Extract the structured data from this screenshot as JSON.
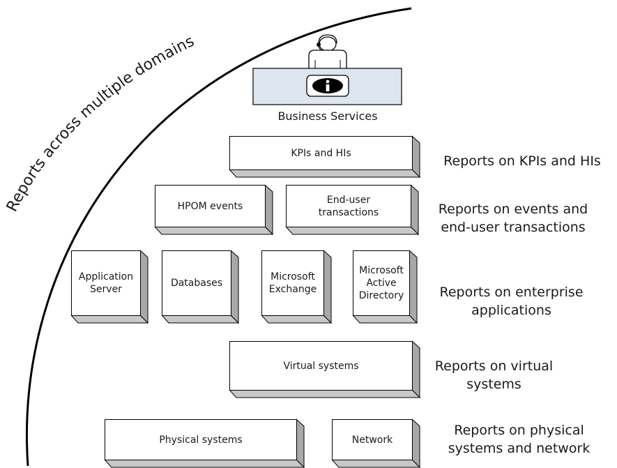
{
  "arc_label": "Reports across multiple domains",
  "business_services": {
    "label": "Business Services",
    "icon": "info-icon"
  },
  "boxes": {
    "kpis": "KPIs and HIs",
    "hpom": "HPOM events",
    "enduser": "End-user\ntransactions",
    "appserver": "Application\nServer",
    "databases": "Databases",
    "exchange": "Microsoft\nExchange",
    "activedir": "Microsoft\nActive\nDirectory",
    "virtual": "Virtual systems",
    "physical": "Physical systems",
    "network": "Network"
  },
  "reports": {
    "kpis": "Reports on KPIs and HIs",
    "events": "Reports on events and\nend-user transactions",
    "enterprise": "Reports on enterprise\napplications",
    "virtual": "Reports on virtual\nsystems",
    "physical": "Reports on physical\nsystems and network"
  },
  "colors": {
    "box_face": "#ffffff",
    "box_side": "#a8a8a8",
    "box_bottom": "#c8c8c8",
    "desk": "#dde5ee",
    "line": "#000000"
  }
}
